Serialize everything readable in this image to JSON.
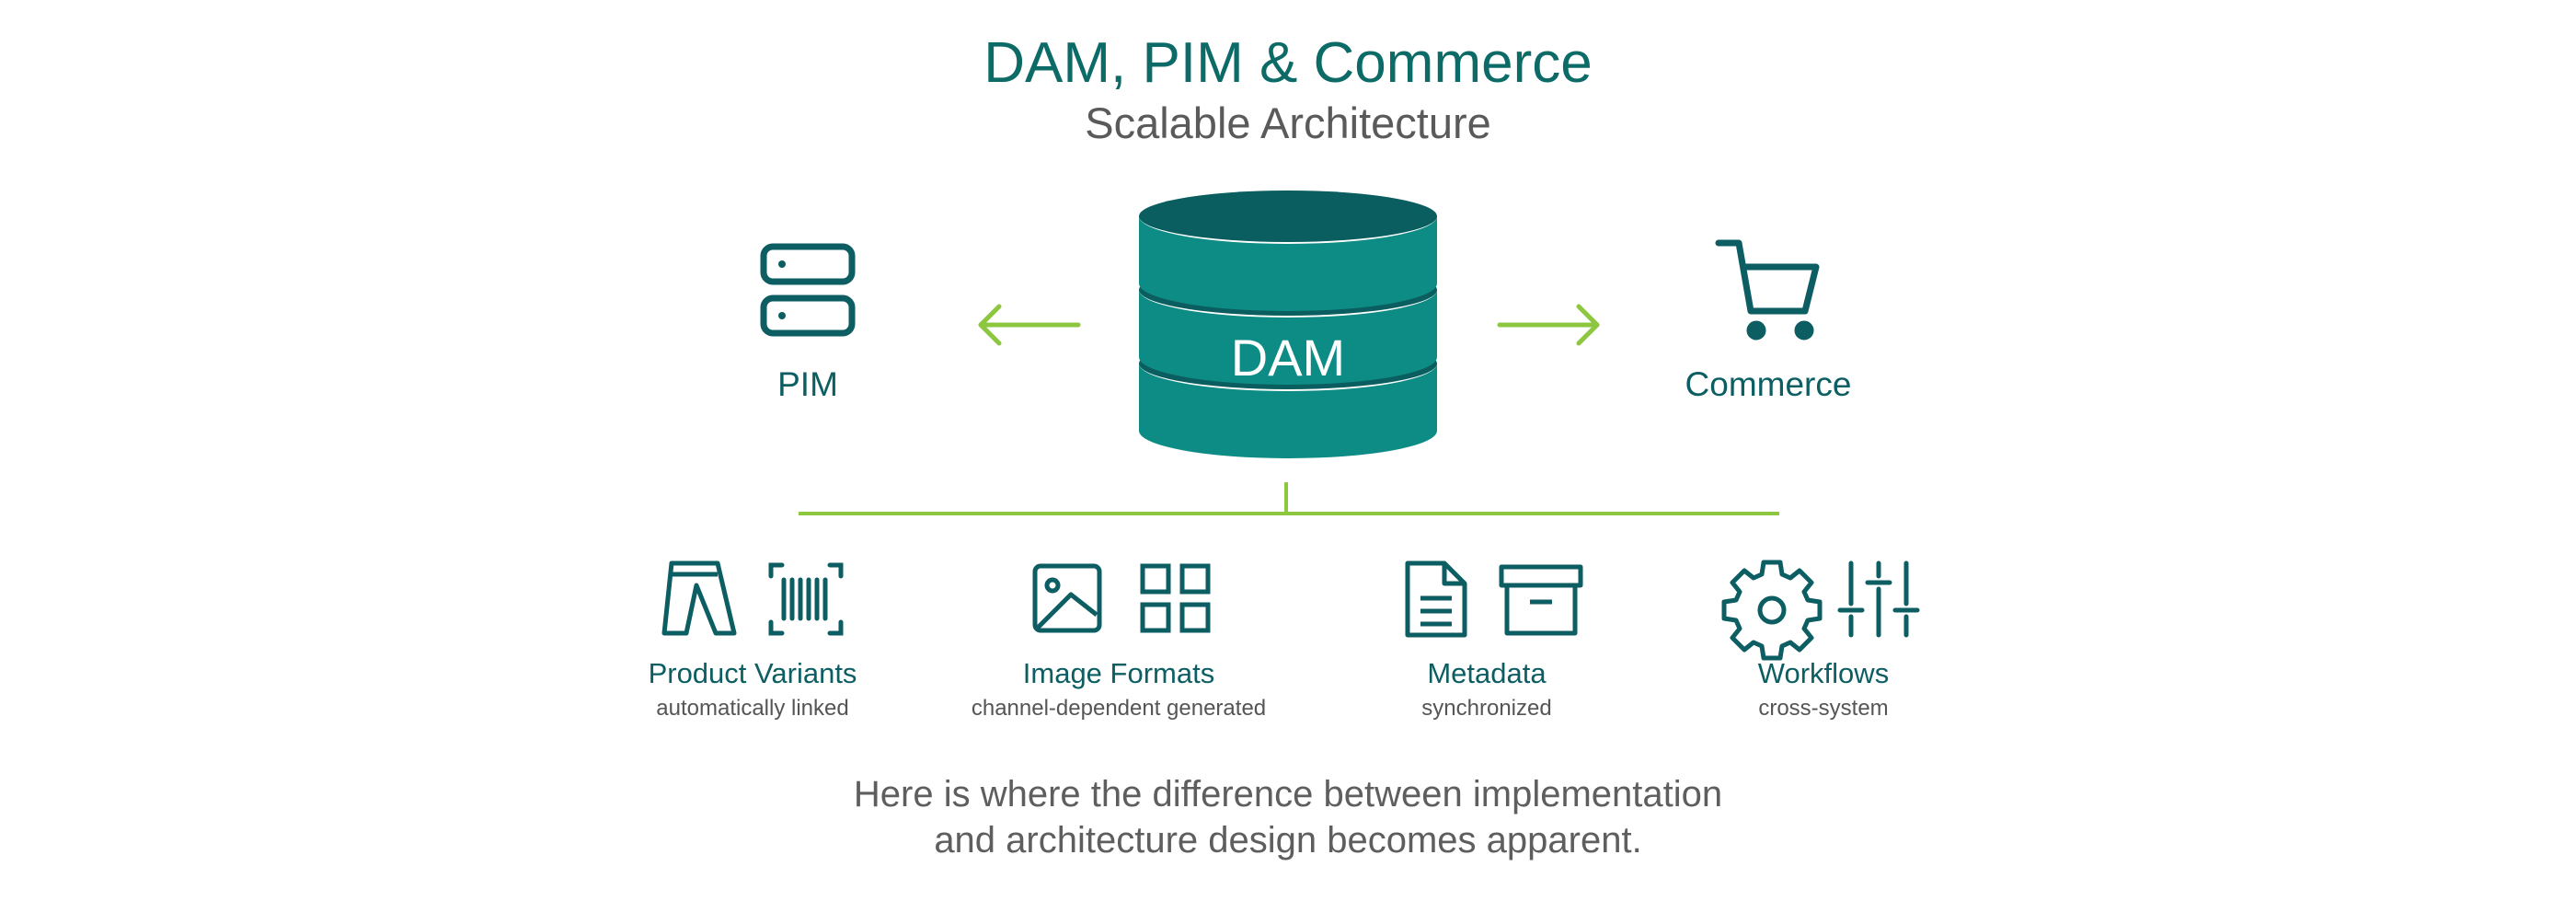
{
  "header": {
    "title": "DAM, PIM & Commerce",
    "subtitle": "Scalable Architecture"
  },
  "center": {
    "label": "DAM"
  },
  "left": {
    "label": "PIM",
    "icon": "server-icon"
  },
  "right": {
    "label": "Commerce",
    "icon": "shopping-cart-icon"
  },
  "features": [
    {
      "title": "Product Variants",
      "subtitle": "automatically linked",
      "icons": [
        "pants-icon",
        "barcode-scan-icon"
      ]
    },
    {
      "title": "Image Formats",
      "subtitle": "channel-dependent generated",
      "icons": [
        "image-icon",
        "grid-icon"
      ]
    },
    {
      "title": "Metadata",
      "subtitle": "synchronized",
      "icons": [
        "document-icon",
        "archive-box-icon"
      ]
    },
    {
      "title": "Workflows",
      "subtitle": "cross-system",
      "icons": [
        "gear-icon",
        "sliders-icon"
      ]
    }
  ],
  "footer": {
    "line1": "Here is where the difference between implementation",
    "line2": "and architecture design becomes apparent."
  },
  "colors": {
    "teal": "#0c6b67",
    "dark_teal": "#0c5e63",
    "database": "#0d8c86",
    "database_dark": "#0b5e5f",
    "green_accent": "#8dc63f",
    "gray_text": "#5a5a5a"
  }
}
